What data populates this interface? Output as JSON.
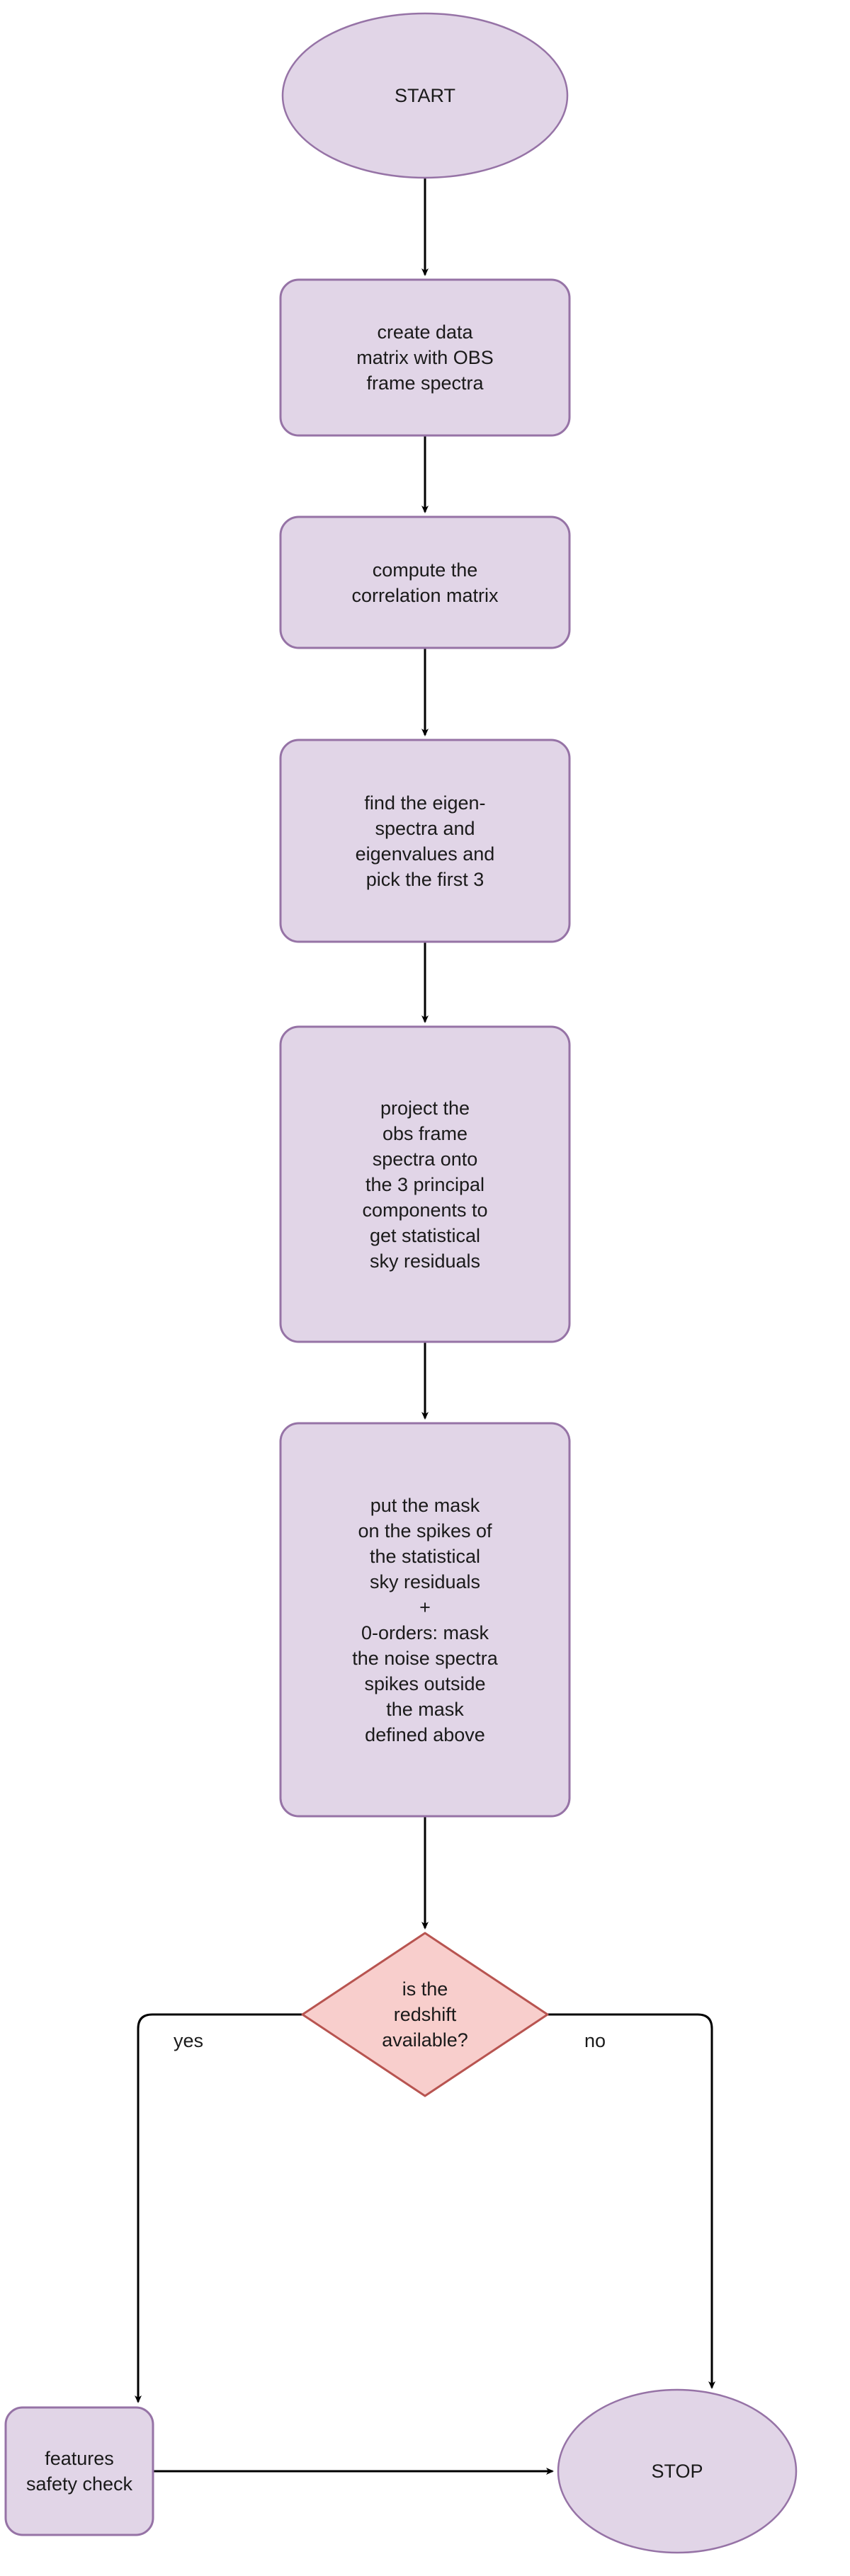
{
  "diagram": {
    "type": "flowchart",
    "orientation": "top-to-bottom",
    "background_color": "#ffffff",
    "palette": {
      "process_fill": "#e1d5e7",
      "process_stroke": "#9673a6",
      "terminator_fill": "#e1d5e7",
      "terminator_stroke": "#9673a6",
      "decision_fill": "#f8cecc",
      "decision_stroke": "#b85450",
      "edge_color": "#000000",
      "text_color": "#1a1a1a"
    },
    "nodes": [
      {
        "id": "start",
        "shape": "ellipse",
        "label": "START"
      },
      {
        "id": "create-data-matrix",
        "shape": "rounded-rect",
        "label": "create data\nmatrix with OBS\nframe spectra"
      },
      {
        "id": "compute-correlation-matrix",
        "shape": "rounded-rect",
        "label": "compute the\ncorrelation matrix"
      },
      {
        "id": "find-eigenspectra",
        "shape": "rounded-rect",
        "label": "find the eigen-\nspectra and\neigenvalues and\npick the first 3"
      },
      {
        "id": "project-spectra",
        "shape": "rounded-rect",
        "label": "project the\nobs frame\nspectra onto\nthe 3 principal\ncomponents to\nget statistical\nsky residuals"
      },
      {
        "id": "put-mask",
        "shape": "rounded-rect",
        "label": "put the mask\non the spikes of\nthe statistical\nsky residuals\n+\n0-orders: mask\nthe noise spectra\nspikes outside\nthe mask\ndefined above"
      },
      {
        "id": "redshift-decision",
        "shape": "diamond",
        "label": "is the\nredshift\navailable?"
      },
      {
        "id": "features-safety-check",
        "shape": "rounded-rect",
        "label": "features\nsafety check"
      },
      {
        "id": "stop",
        "shape": "ellipse",
        "label": "STOP"
      }
    ],
    "edges": [
      {
        "from": "start",
        "to": "create-data-matrix",
        "label": ""
      },
      {
        "from": "create-data-matrix",
        "to": "compute-correlation-matrix",
        "label": ""
      },
      {
        "from": "compute-correlation-matrix",
        "to": "find-eigenspectra",
        "label": ""
      },
      {
        "from": "find-eigenspectra",
        "to": "project-spectra",
        "label": ""
      },
      {
        "from": "project-spectra",
        "to": "put-mask",
        "label": ""
      },
      {
        "from": "put-mask",
        "to": "redshift-decision",
        "label": ""
      },
      {
        "from": "redshift-decision",
        "to": "features-safety-check",
        "label": "yes"
      },
      {
        "from": "redshift-decision",
        "to": "stop",
        "label": "no"
      },
      {
        "from": "features-safety-check",
        "to": "stop",
        "label": ""
      }
    ],
    "edge_labels": {
      "yes": "yes",
      "no": "no"
    }
  }
}
